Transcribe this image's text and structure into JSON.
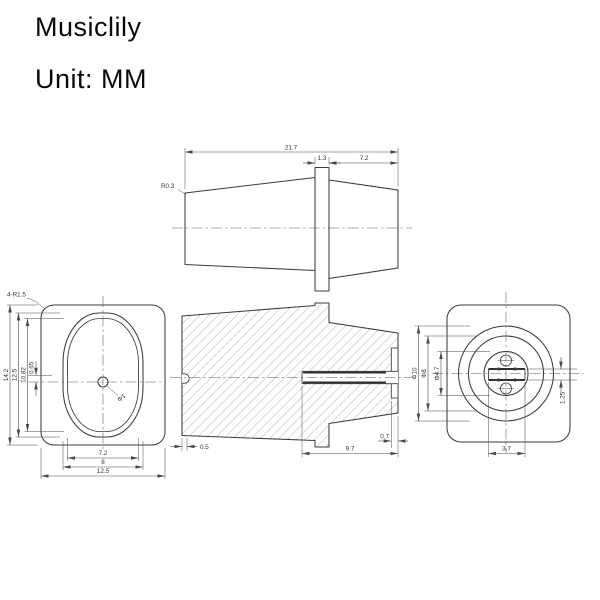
{
  "header": {
    "brand": "Musiclily",
    "unit": "Unit: MM"
  },
  "views": {
    "top": {
      "name": "side elevation of bushing",
      "dims": {
        "overall_length": "21.7",
        "flange_width": "1.3",
        "head_length": "7.2",
        "tip_radius": "R0.3"
      }
    },
    "front": {
      "name": "front face with oval recess",
      "dims": {
        "corner_radius": "4-R1.5",
        "body_height": "14.2",
        "oval_outer_height": "12.5",
        "oval_inner_height": "10.82",
        "hole_offset": "0.65",
        "hole_diameter": "Φ1",
        "oval_inner_width": "7.2",
        "oval_outer_width": "8",
        "body_width": "12.5"
      }
    },
    "section": {
      "name": "hatched cross section",
      "dims": {
        "pin_depth": "0.5",
        "rim_thickness": "0.7",
        "bore_depth": "9.7"
      }
    },
    "back": {
      "name": "back face with concentric bores",
      "dims": {
        "outer_diameter": "Φ10",
        "middle_diameter": "Φ8",
        "inner_diameter": "Φ4.7",
        "slot_height": "1.25",
        "slot_width": "3.7"
      }
    }
  },
  "colors": {
    "background": "#ffffff",
    "line": "#3b3b3b",
    "dimension": "#4a4a4a",
    "hatch": "#9a9a9a",
    "text": "#333333"
  }
}
